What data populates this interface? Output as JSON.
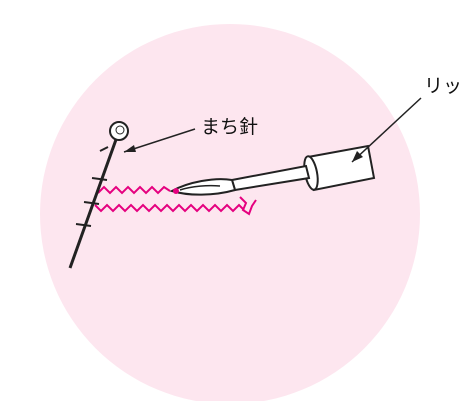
{
  "labels": {
    "pin": "まち針",
    "ripper": "リッ"
  },
  "colors": {
    "background_circle": "#fde6ef",
    "stitch": "#e5007f",
    "line": "#222222",
    "needle_fill": "#ffffff"
  },
  "icons": {
    "pin": "pin-icon",
    "seam_ripper": "seam-ripper-icon",
    "stitches": "zigzag-stitch"
  }
}
